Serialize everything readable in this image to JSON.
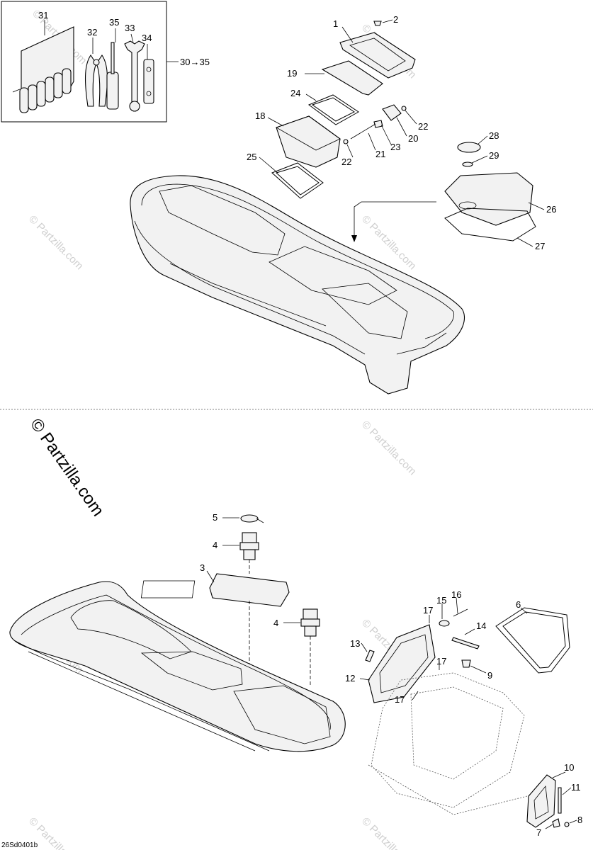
{
  "callouts_top": [
    "1",
    "2",
    "19",
    "24",
    "18",
    "25",
    "22",
    "20",
    "23",
    "21",
    "22",
    "28",
    "29",
    "26",
    "27"
  ],
  "callouts_bottom": [
    "5",
    "4",
    "3",
    "4",
    "6",
    "15",
    "16",
    "17",
    "14",
    "13",
    "12",
    "17",
    "9",
    "17",
    "10",
    "11",
    "8",
    "7"
  ],
  "tool_kit": {
    "labels": [
      "31",
      "32",
      "35",
      "33",
      "34"
    ],
    "range_label": "30→35"
  },
  "watermark_main": "© Partzilla.com",
  "watermark_faint": "© Partzilla.com",
  "diagram_code": "26Sd0401b"
}
